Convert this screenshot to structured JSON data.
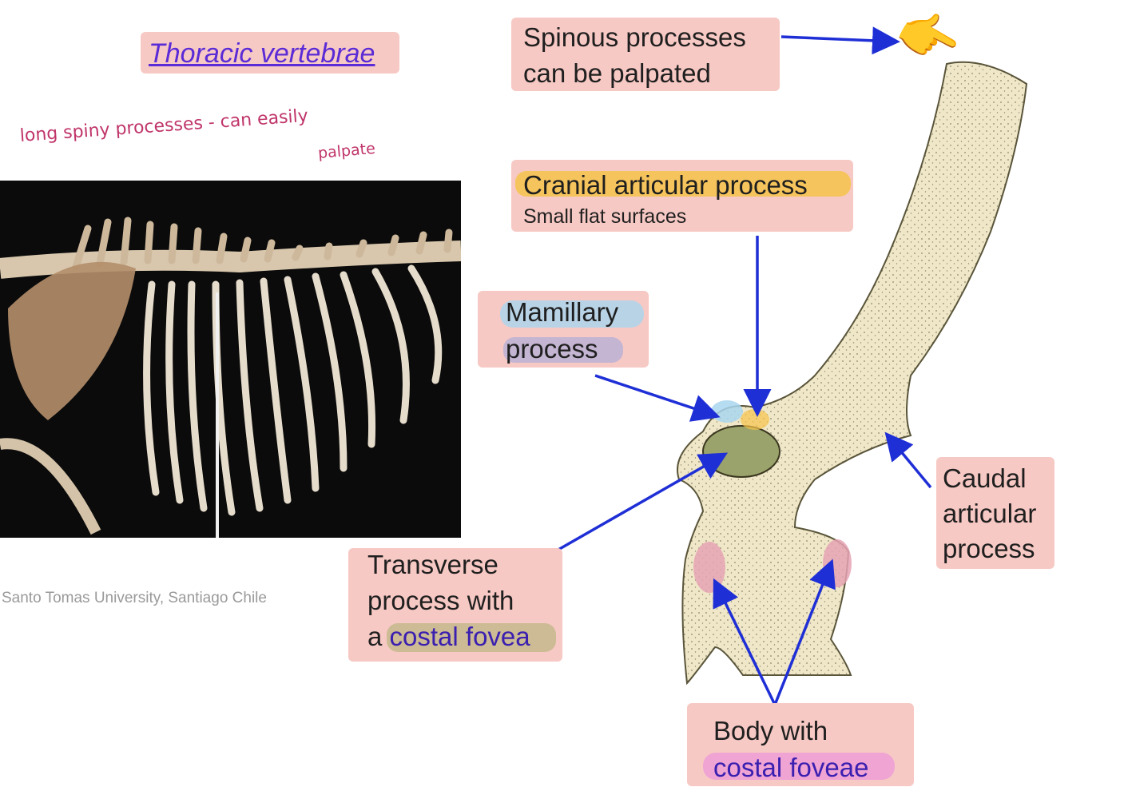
{
  "title": "Thoracic vertebrae",
  "handwritten_note": {
    "line1": "long spiny processes - can easily",
    "line2": "palpate"
  },
  "photo_credit": "Santo Tomas University, Santiago Chile",
  "labels": {
    "spinous": {
      "line1": "Spinous processes",
      "line2": "can be palpated"
    },
    "cranial": {
      "title": "Cranial articular process",
      "subtitle": "Small flat surfaces"
    },
    "mamillary": {
      "line1": "Mamillary",
      "line2": "process"
    },
    "caudal": {
      "line1": "Caudal",
      "line2": "articular",
      "line3": "process"
    },
    "transverse": {
      "line1": "Transverse",
      "line2": "process with",
      "line3_prefix": "a ",
      "line3_highlight": "costal fovea"
    },
    "body": {
      "line1": "Body with",
      "line2": "costal foveae"
    }
  },
  "pointer_emoji": "👉",
  "colors": {
    "highlight_pink": "#f7c9c4",
    "highlight_orange": "#f6c34a",
    "highlight_blue": "#8fc3ea",
    "arrow_blue": "#1f2fd6",
    "handwriting_pink": "#c0356a",
    "purple_text": "#3a1fb0"
  }
}
